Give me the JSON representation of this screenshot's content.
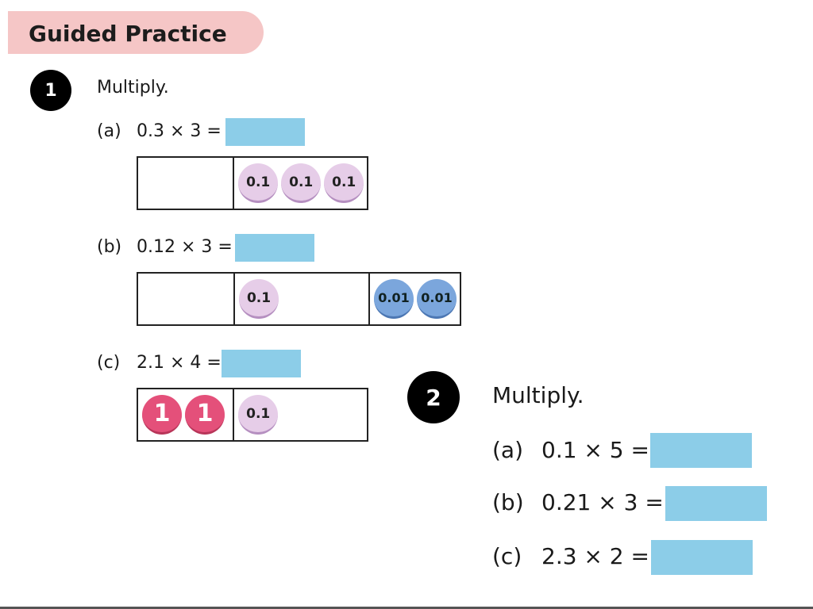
{
  "header": {
    "title": "Guided Practice"
  },
  "q1": {
    "number": "1",
    "instruction": "Multiply.",
    "parts": [
      {
        "label": "(a)",
        "expression": "0.3 × 3 =",
        "chart": {
          "ones": [],
          "tenths": [
            "0.1",
            "0.1",
            "0.1"
          ]
        }
      },
      {
        "label": "(b)",
        "expression": "0.12 × 3 =",
        "chart": {
          "ones": [],
          "tenths": [
            "0.1"
          ],
          "hundredths": [
            "0.01",
            "0.01"
          ]
        }
      },
      {
        "label": "(c)",
        "expression": "2.1 × 4 =",
        "chart": {
          "ones": [
            "1",
            "1"
          ],
          "tenths": [
            "0.1"
          ]
        }
      }
    ]
  },
  "q2": {
    "number": "2",
    "instruction": "Multiply.",
    "parts": [
      {
        "label": "(a)",
        "expression": "0.1 × 5 ="
      },
      {
        "label": "(b)",
        "expression": "0.21 × 3 ="
      },
      {
        "label": "(c)",
        "expression": "2.3 × 2 ="
      }
    ]
  },
  "colors": {
    "header_bg": "#f5c6c6",
    "answer_box": "#8ccde8",
    "disc_tenth": "#e6cde8",
    "disc_hundredth": "#7ba6dc",
    "disc_one": "#e4507a"
  }
}
